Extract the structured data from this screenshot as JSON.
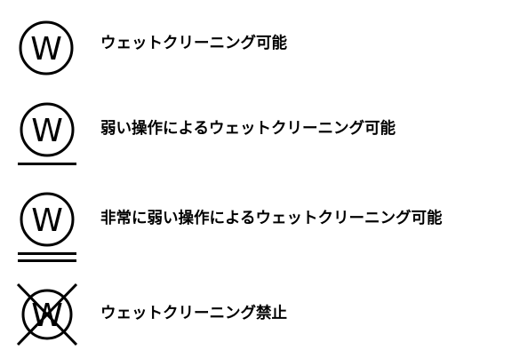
{
  "symbols": [
    {
      "letter": "W",
      "label": "ウェットクリーニング可能"
    },
    {
      "letter": "W",
      "label": "弱い操作によるウェットクリーニング可能"
    },
    {
      "letter": "W",
      "label": "非常に弱い操作によるウェットクリーニング可能"
    },
    {
      "letter": "W",
      "label": "ウェットクリーニング禁止"
    }
  ],
  "colors": {
    "ink": "#000000",
    "background": "#ffffff"
  }
}
